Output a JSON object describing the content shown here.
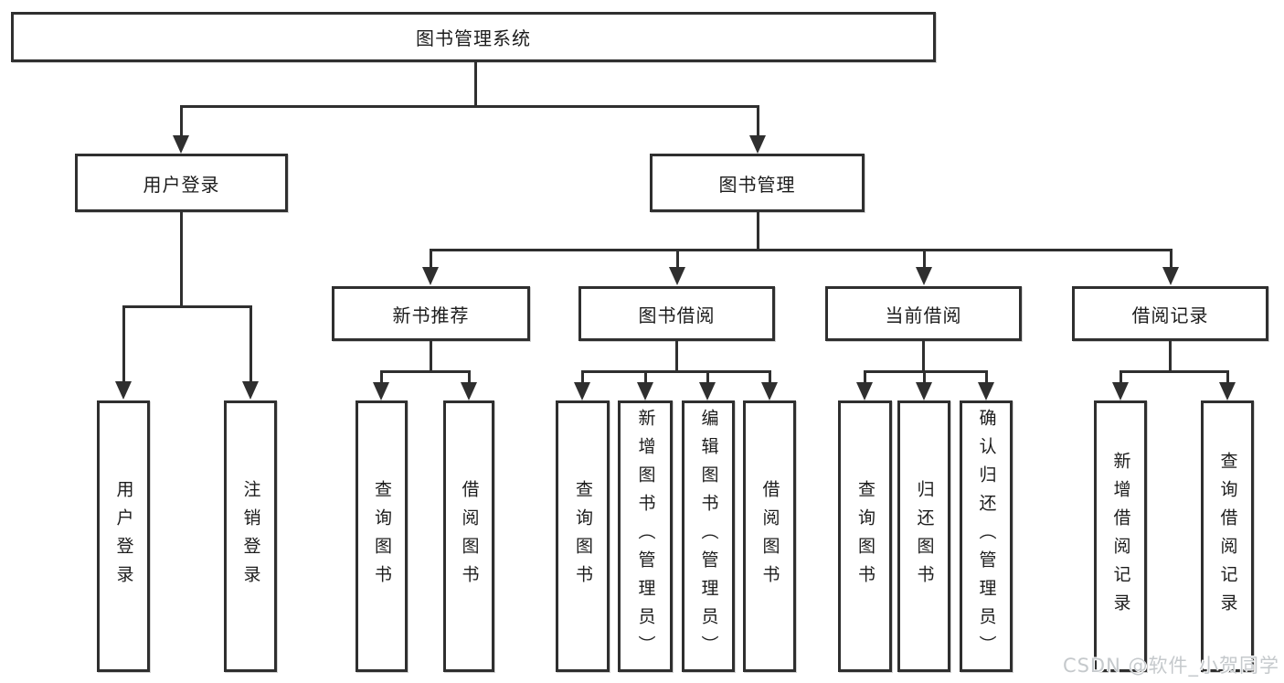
{
  "diagram": {
    "type": "hierarchy-tree",
    "title": "图书管理系统",
    "watermark": "CSDN @软件_小贺同学",
    "colors": {
      "background": "#ffffff",
      "line": "#2f2f2f",
      "box_border": "#2f2f2f",
      "box_background": "#ffffff",
      "text": "#1c1c1c",
      "watermark_text": "#c5c9cc"
    },
    "tree": {
      "图书管理系统": {
        "用户登录": [
          "用户登录",
          "注销登录"
        ],
        "图书管理": {
          "新书推荐": [
            "查询图书",
            "借阅图书"
          ],
          "图书借阅": [
            "查询图书",
            "新增图书（管理员）",
            "编辑图书（管理员）",
            "借阅图书"
          ],
          "当前借阅": [
            "查询图书",
            "归还图书",
            "确认归还（管理员）"
          ],
          "借阅记录": [
            "新增借阅记录",
            "查询借阅记录"
          ]
        }
      }
    }
  },
  "nodes": {
    "root": {
      "label": "图书管理系统"
    },
    "user_login": {
      "label": "用户登录"
    },
    "book_management": {
      "label": "图书管理"
    },
    "leaf_user_login": {
      "label": "用户登录"
    },
    "leaf_logout": {
      "label": "注销登录"
    },
    "recommend": {
      "label": "新书推荐"
    },
    "borrowing": {
      "label": "图书借阅"
    },
    "current": {
      "label": "当前借阅"
    },
    "records": {
      "label": "借阅记录"
    },
    "recommend_query": {
      "label": "查询图书"
    },
    "recommend_borrow": {
      "label": "借阅图书"
    },
    "borrow_query": {
      "label": "查询图书"
    },
    "borrow_add": {
      "label": "新增图书（管理员）"
    },
    "borrow_edit": {
      "label": "编辑图书（管理员）"
    },
    "borrow_borrow": {
      "label": "借阅图书"
    },
    "current_query": {
      "label": "查询图书"
    },
    "current_return": {
      "label": "归还图书"
    },
    "current_confirm": {
      "label": "确认归还（管理员）"
    },
    "records_add": {
      "label": "新增借阅记录"
    },
    "records_query": {
      "label": "查询借阅记录"
    }
  }
}
